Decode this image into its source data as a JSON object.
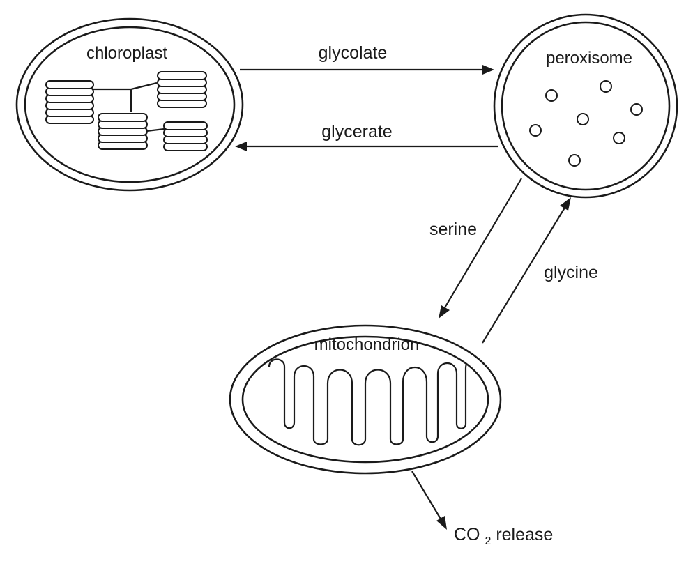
{
  "organelles": {
    "chloroplast": {
      "label": "chloroplast"
    },
    "peroxisome": {
      "label": "peroxisome"
    },
    "mitochondrion": {
      "label": "mitochondrion"
    }
  },
  "flows": {
    "glycolate": "glycolate",
    "glycerate": "glycerate",
    "serine": "serine",
    "glycine": "glycine"
  },
  "output": {
    "co2_main": "CO",
    "co2_subscript": "2",
    "co2_suffix": " release"
  },
  "colors": {
    "stroke": "#1a1a1a",
    "background": "#ffffff"
  }
}
